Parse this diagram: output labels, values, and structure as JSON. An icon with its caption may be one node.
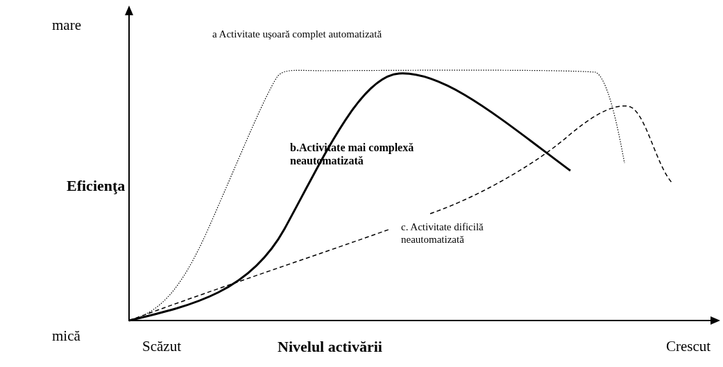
{
  "diagram": {
    "labels": [
      "mare",
      "a Activitate uşoară complet automatizată",
      "b.Activitate mai complexă neautomatizată",
      "Eficienţa",
      "c. Activitate dificilă neautomatizată",
      "mică",
      "Scăzut",
      "Nivelul activării",
      "Crescut"
    ]
  }
}
